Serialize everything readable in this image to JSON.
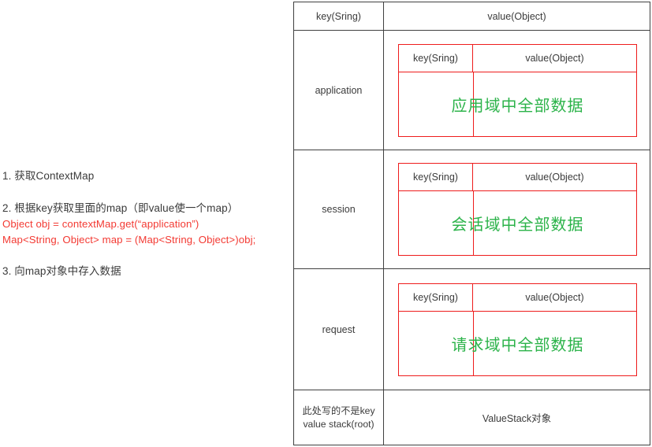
{
  "notes": {
    "item_1": "1. 获取ContextMap",
    "item_2": "2. 根据key获取里面的map（即value使一个map）",
    "code_1": "Object obj = contextMap.get(“application”)",
    "code_2": "Map<String, Object> map = (Map<String, Object>)obj;",
    "item_3": "3. 向map对象中存入数据"
  },
  "colors": {
    "code_red": "#f33a33",
    "inner_table_red": "#ee1c1c",
    "value_green": "#2cb34a",
    "outer_border": "#404040",
    "text": "#3b3b3b"
  },
  "table": {
    "header": {
      "key": "key(Sring)",
      "value": "value(Object)"
    },
    "rows": [
      {
        "key": "application",
        "inner": {
          "header_key": "key(Sring)",
          "header_value": "value(Object)",
          "body": "应用域中全部数据"
        }
      },
      {
        "key": "session",
        "inner": {
          "header_key": "key(Sring)",
          "header_value": "value(Object)",
          "body": "会话域中全部数据"
        }
      },
      {
        "key": "request",
        "inner": {
          "header_key": "key(Sring)",
          "header_value": "value(Object)",
          "body": "请求域中全部数据"
        }
      }
    ],
    "stack_row": {
      "key_line_1": "此处写的不是key",
      "key_line_2": "value stack(root)",
      "value": "ValueStack对象"
    }
  }
}
